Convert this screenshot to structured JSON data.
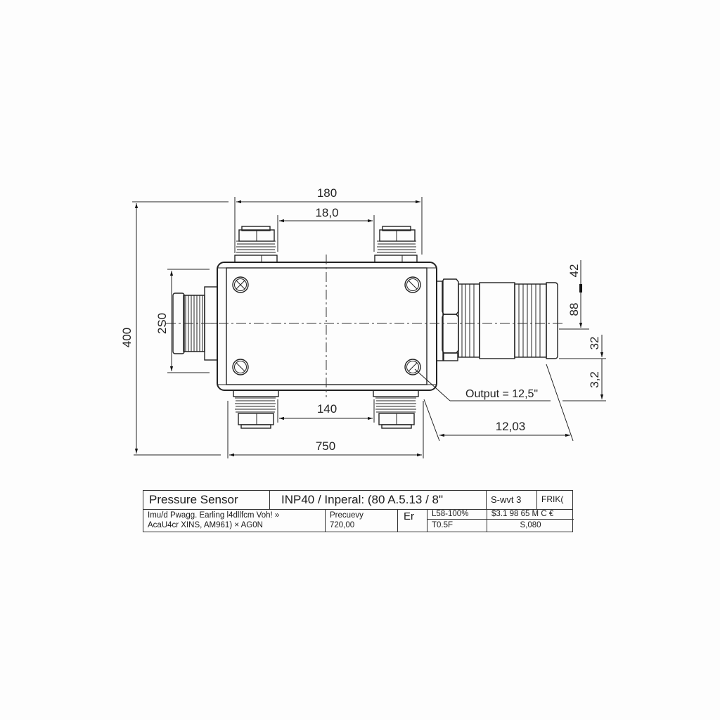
{
  "drawing": {
    "title": "Pressure Sensor technical drawing",
    "dimensions": {
      "top_outer": "180",
      "top_inner": "18,0",
      "bottom_inner": "140",
      "bottom_outer": "750",
      "left_overall_height": "400",
      "left_port_height": "2S0",
      "right_top": "42",
      "right_upper": "88",
      "right_small": "32",
      "right_lower": "3,2",
      "right_diagonal": "12,03"
    },
    "callout": "Output = 12,5\""
  },
  "title_block": {
    "row1": {
      "name": "Pressure Sensor",
      "spec": "INP40 / Inperal: (80 A.5.13 / 8\"",
      "sheet": "S-wvt 3",
      "code": "FRIK("
    },
    "row2": {
      "desc_line1": "Imu/d  Pwagg. Earling l4dllfcm Voh! »",
      "desc_line2": "AcaU4cr XINS, AM961) × AG0N",
      "pressure_label": "Precuevy",
      "pressure_value": "720,00",
      "symbol": "Er",
      "range_top": "L58-100%",
      "range_bottom": "T0.5F",
      "ref_top": "$3.1  98  65  M C €",
      "ref_bottom": "S,080"
    }
  },
  "colors": {
    "background": "#fdfdfd",
    "line": "#222222"
  }
}
